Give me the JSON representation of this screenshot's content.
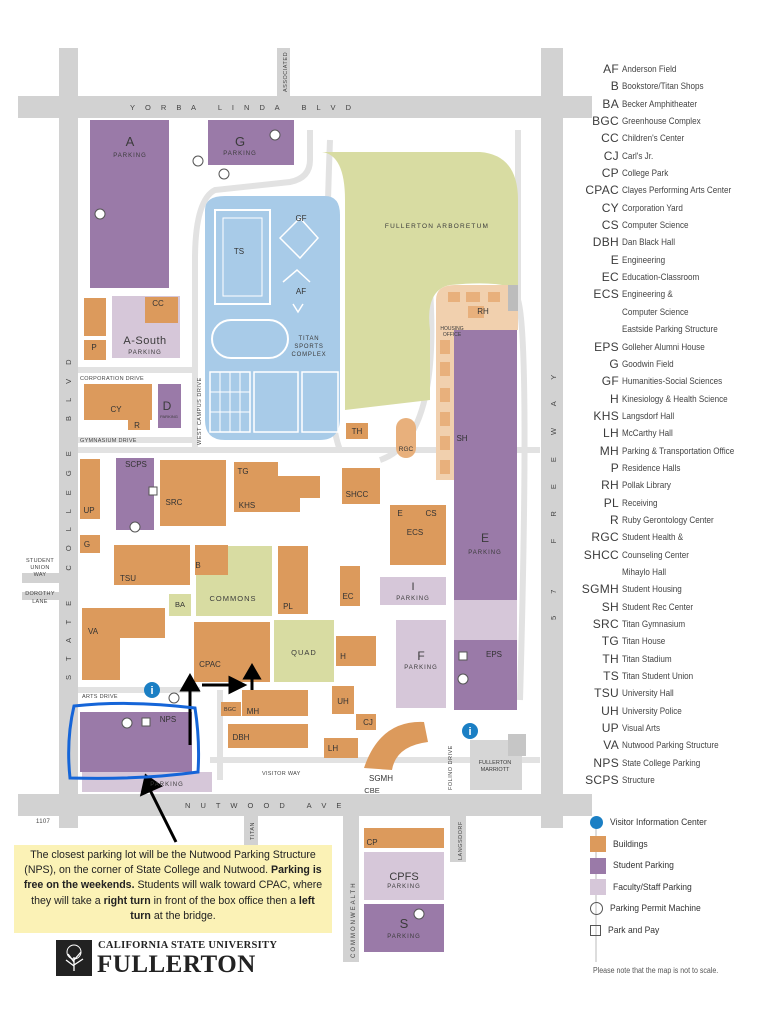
{
  "streets": {
    "yorba": "Y O R B A   L I N D A   B L V D",
    "nutwood": "N U T W O O D   A V E",
    "state_college": "S T A T E   C O L L E G E   B L V D",
    "freeway": "5 7   F R E E W A Y",
    "associated": "ASSOCIATED",
    "commonwealth": "COMMONWEALTH",
    "langsdorf": "LANGSDORF",
    "titan": "TITAN",
    "folino": "FOLINO DRIVE",
    "west_campus": "WEST CAMPUS DRIVE",
    "corporation": "CORPORATION DRIVE",
    "gymnasium": "GYMNASIUM DRIVE",
    "arts": "ARTS DRIVE",
    "visitor": "VISITOR WAY",
    "student_union_way": [
      "STUDENT",
      "UNION",
      "WAY"
    ],
    "dorothy_lane": [
      "DOROTHY",
      "LANE"
    ],
    "address": "1107"
  },
  "labels": {
    "A": "A",
    "G": "G",
    "a_south": "A-South",
    "D": "D",
    "S": "S",
    "E": "E",
    "F": "F",
    "I": "I",
    "parking": "PARKING",
    "arboretum": "FULLERTON ARBORETUM",
    "titan_sports": [
      "TITAN",
      "SPORTS",
      "COMPLEX"
    ],
    "housing_office": [
      "HOUSING",
      "OFFICE"
    ],
    "commons": "COMMONS",
    "quad": "QUAD",
    "marriott": [
      "FULLERTON",
      "MARRIOTT"
    ],
    "cpfs": "CPFS",
    "cbe": "CBE",
    "TS": "TS",
    "GF": "GF",
    "AF": "AF",
    "CC": "CC",
    "P": "P",
    "CY": "CY",
    "R": "R",
    "TH": "TH",
    "RH": "RH",
    "SH": "SH",
    "RGC": "RGC",
    "SCPS": "SCPS",
    "SRC": "SRC",
    "TG": "TG",
    "KHS": "KHS",
    "SHCC": "SHCC",
    "UP": "UP",
    "Gs": "G",
    "ECS": "ECS",
    "Eb": "E",
    "CS": "CS",
    "TSU": "TSU",
    "B": "B",
    "BA": "BA",
    "PL": "PL",
    "EC": "EC",
    "VA": "VA",
    "CPAC": "CPAC",
    "H": "H",
    "EPS": "EPS",
    "BGC": "BGC",
    "MH": "MH",
    "UH": "UH",
    "CJ": "CJ",
    "DBH": "DBH",
    "LH": "LH",
    "SGMH": "SGMH",
    "NPS": "NPS",
    "CP": "CP",
    "Pb": "PARKING"
  },
  "legend": [
    {
      "abbr": "AF",
      "name": "Anderson Field"
    },
    {
      "abbr": "B",
      "name": "Bookstore/Titan Shops"
    },
    {
      "abbr": "BA",
      "name": "Becker Amphitheater"
    },
    {
      "abbr": "BGC",
      "name": "Greenhouse Complex"
    },
    {
      "abbr": "CC",
      "name": "Children's Center"
    },
    {
      "abbr": "CJ",
      "name": "Carl's Jr."
    },
    {
      "abbr": "CP",
      "name": "College Park"
    },
    {
      "abbr": "CPAC",
      "name": "Clayes Performing Arts Center"
    },
    {
      "abbr": "CY",
      "name": "Corporation Yard"
    },
    {
      "abbr": "CS",
      "name": "Computer Science"
    },
    {
      "abbr": "DBH",
      "name": "Dan Black Hall"
    },
    {
      "abbr": "E",
      "name": "Engineering"
    },
    {
      "abbr": "EC",
      "name": "Education-Classroom"
    },
    {
      "abbr": "ECS",
      "name": "Engineering &"
    },
    {
      "abbr": "",
      "name": "Computer Science"
    },
    {
      "abbr": "",
      "name": "Eastside Parking Structure"
    },
    {
      "abbr": "EPS",
      "name": "Golleher Alumni House"
    },
    {
      "abbr": "G",
      "name": "Goodwin Field"
    },
    {
      "abbr": "GF",
      "name": "Humanities-Social Sciences"
    },
    {
      "abbr": "H",
      "name": "Kinesiology & Health Science"
    },
    {
      "abbr": "KHS",
      "name": "Langsdorf Hall"
    },
    {
      "abbr": "LH",
      "name": "McCarthy Hall"
    },
    {
      "abbr": "MH",
      "name": "Parking & Transportation Office"
    },
    {
      "abbr": "P",
      "name": "Residence Halls"
    },
    {
      "abbr": "RH",
      "name": "Pollak Library"
    },
    {
      "abbr": "PL",
      "name": "Receiving"
    },
    {
      "abbr": "R",
      "name": "Ruby Gerontology Center"
    },
    {
      "abbr": "RGC",
      "name": "Student Health &"
    },
    {
      "abbr": "SHCC",
      "name": "Counseling Center"
    },
    {
      "abbr": "",
      "name": "Mihaylo Hall"
    },
    {
      "abbr": "SGMH",
      "name": "Student Housing"
    },
    {
      "abbr": "SH",
      "name": "Student Rec Center"
    },
    {
      "abbr": "SRC",
      "name": "Titan Gymnasium"
    },
    {
      "abbr": "TG",
      "name": "Titan House"
    },
    {
      "abbr": "TH",
      "name": "Titan Stadium"
    },
    {
      "abbr": "TS",
      "name": "Titan Student Union"
    },
    {
      "abbr": "TSU",
      "name": "University Hall"
    },
    {
      "abbr": "UH",
      "name": "University Police"
    },
    {
      "abbr": "UP",
      "name": "Visual Arts"
    },
    {
      "abbr": "VA",
      "name": "Nutwood Parking Structure"
    },
    {
      "abbr": "NPS",
      "name": "State College Parking"
    },
    {
      "abbr": "SCPS",
      "name": "Structure"
    }
  ],
  "key": {
    "visitor": "Visitor Information Center",
    "buildings": "Buildings",
    "student_parking": "Student Parking",
    "faculty_parking": "Faculty/Staff Parking",
    "permit": "Parking Permit Machine",
    "park_pay": "Park and Pay",
    "note": "Please note that the map is not to scale."
  },
  "callout": {
    "p1": "The closest parking lot will be the Nutwood Parking Structure (NPS), on the corner of State College and Nutwood.",
    "p2": "Parking is free on the weekends.",
    "p3": "Students will walk toward CPAC, where they will take a",
    "p4": "right turn",
    "p5": "in front of the box office then a",
    "p6": "left turn",
    "p7": "at the bridge."
  },
  "brand": {
    "line1": "CALIFORNIA STATE UNIVERSITY",
    "line2": "FULLERTON"
  },
  "colors": {
    "road": "#cfcfcf",
    "building": "#dc9a5c",
    "student_parking": "#9a7aa8",
    "faculty_parking": "#d6c7d9",
    "green": "#d8dca2",
    "sports": "#a8cbe8",
    "housing": "#f1d0ae",
    "info": "#1b7fc4",
    "annotation": "#1565d8"
  }
}
